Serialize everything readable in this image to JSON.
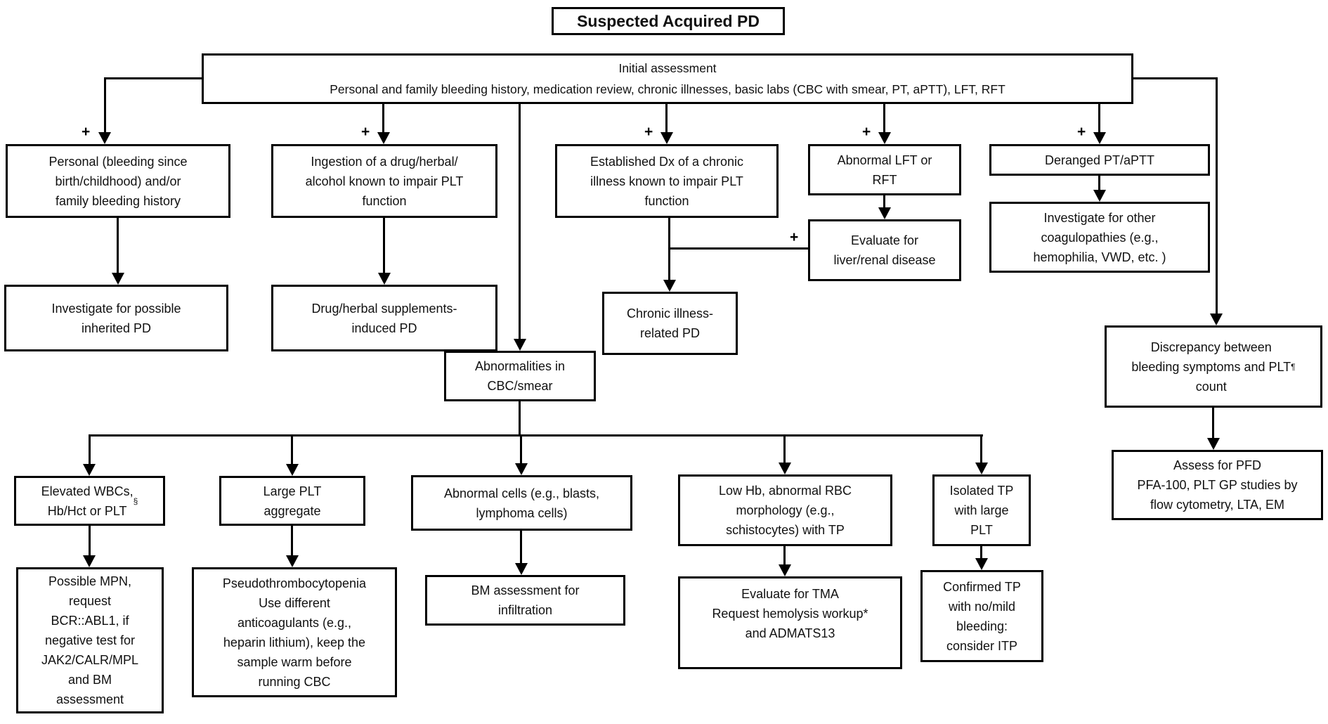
{
  "title": {
    "label": "Suspected Acquired PD"
  },
  "nodes": {
    "initial": {
      "label": "Initial assessment\nPersonal and family bleeding history, medication review, chronic illnesses, basic labs (CBC with smear, PT, aPTT), LFT, RFT"
    },
    "personal": {
      "label": "Personal (bleeding since\nbirth/childhood) and/or\nfamily bleeding history"
    },
    "ingestion": {
      "label": "Ingestion of a drug/herbal/\nalcohol known to impair PLT\nfunction"
    },
    "established": {
      "label": "Established Dx of a chronic\nillness known to impair PLT\nfunction"
    },
    "abnormal_lft": {
      "label": "Abnormal LFT or\nRFT"
    },
    "deranged": {
      "label": "Deranged PT/aPTT"
    },
    "inherited": {
      "label": "Investigate for possible\ninherited PD"
    },
    "drug_induced": {
      "label": "Drug/herbal supplements-\ninduced PD"
    },
    "chronic": {
      "label": "Chronic illness-\nrelated PD"
    },
    "evaluate_liver": {
      "label": "Evaluate for\nliver/renal disease"
    },
    "investigate_other": {
      "label": "Investigate for other\ncoagulopathies (e.g.,\nhemophilia, VWD, etc. )"
    },
    "cbc": {
      "label": "Abnormalities in\nCBC/smear"
    },
    "discrepancy": {
      "label": "Discrepancy between\nbleeding symptoms and PLT\ncount",
      "sup": "¶"
    },
    "assess": {
      "label": "Assess for PFD\nPFA-100, PLT GP studies by\nflow cytometry, LTA, EM"
    },
    "elevated": {
      "label": "Elevated WBCs,\nHb/Hct or PLT ",
      "sup": "§"
    },
    "large_plt": {
      "label": "Large PLT\naggregate"
    },
    "abnormal_cells": {
      "label": "Abnormal cells (e.g., blasts,\nlymphoma cells)"
    },
    "low_hb": {
      "label": "Low Hb, abnormal RBC\nmorphology (e.g.,\nschistocytes) with TP"
    },
    "isolated": {
      "label": "Isolated TP\nwith large\nPLT"
    },
    "mpn": {
      "label": "Possible MPN,\nrequest\nBCR::ABL1, if\nnegative test for\nJAK2/CALR/MPL\nand BM\nassessment"
    },
    "pseudo": {
      "label": "Pseudothrombocytopenia\nUse different\nanticoagulants (e.g.,\nheparin lithium), keep the\nsample warm before\nrunning CBC"
    },
    "bm": {
      "label": "BM assessment for\ninfiltration"
    },
    "tma": {
      "label": "Evaluate for TMA\nRequest hemolysis workup*\nand ADMATS13"
    },
    "confirmed": {
      "label": "Confirmed TP\nwith no/mild\nbleeding:\nconsider ITP"
    }
  },
  "labels": {
    "plus": "+"
  },
  "colors": {
    "line": "#000000",
    "box_border": "#000000",
    "background": "#ffffff",
    "text": "#111111"
  }
}
